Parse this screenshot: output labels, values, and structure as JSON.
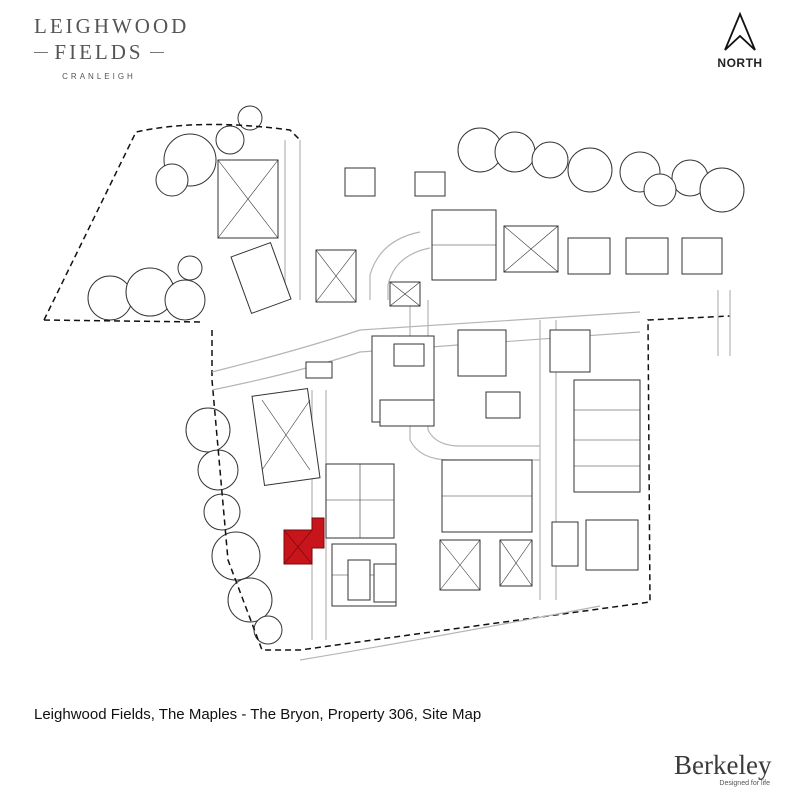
{
  "logo": {
    "line1": "LEIGHWOOD",
    "line2": "FIELDS",
    "line3": "CRANLEIGH"
  },
  "north": {
    "label": "NORTH"
  },
  "caption": "Leighwood Fields, The Maples - The Bryon, Property 306, Site Map",
  "brand": {
    "name": "Berkeley",
    "tagline": "Designed for life"
  },
  "colors": {
    "highlight_plot": "#c8141b",
    "outline": "#333333",
    "road": "#bdbdbd",
    "boundary": "#111111"
  },
  "icons": {
    "north_arrow": "north-arrow-icon"
  }
}
